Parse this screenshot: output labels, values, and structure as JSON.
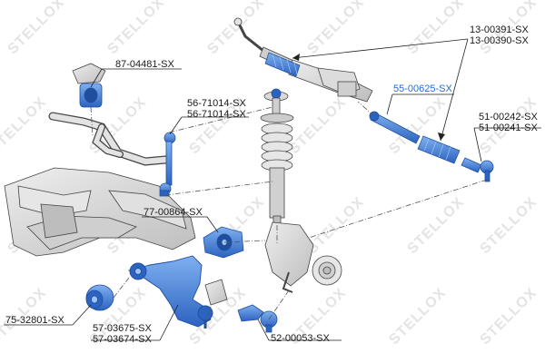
{
  "brand": {
    "watermark": "STELLOX"
  },
  "colors": {
    "part": "#3b78d4",
    "part_dark": "#1f4e9e",
    "line": "#222222",
    "dash": "#555555",
    "gray": "#d4d4d4",
    "gray_dark": "#9a9a9a",
    "highlight_text": "#2a6ec8",
    "watermark": "#e4e4e4"
  },
  "labels": {
    "tie_rod_boot_a": "13-00391-SX",
    "tie_rod_boot_b": "13-00390-SX",
    "stabilizer_bushing": "87-04481-SX",
    "stabilizer_link_a": "56-71014-SX",
    "stabilizer_link_b": "56-71014-SX",
    "inner_tie_rod": "55-00625-SX",
    "tie_rod_end_a": "51-00242-SX",
    "tie_rod_end_b": "51-00241-SX",
    "arm_bushing": "77-00864-SX",
    "silent_block": "75-32801-SX",
    "control_arm_a": "57-03675-SX",
    "control_arm_b": "57-03674-SX",
    "ball_joint": "52-00053-SX"
  }
}
